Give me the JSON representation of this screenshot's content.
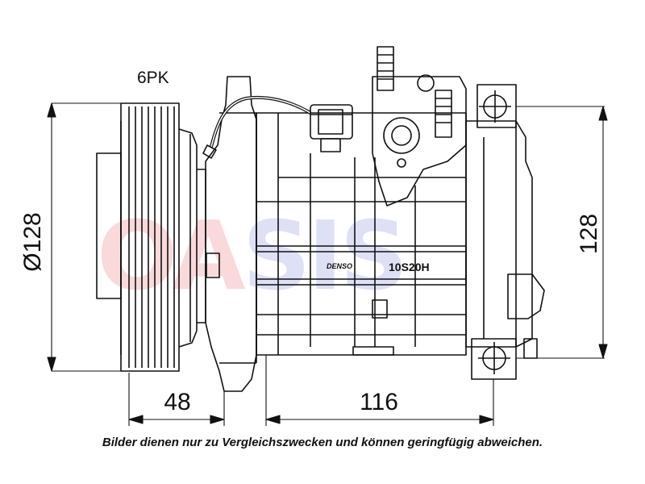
{
  "diagram": {
    "belt_label": "6PK",
    "pulley_diameter_label": "Ø128",
    "height_label": "128",
    "pulley_width_label": "48",
    "body_length_label": "116",
    "brand_label": "DENSO",
    "model_label": "10S20H",
    "watermark": "OASIS",
    "watermark_colors": {
      "red": "#e8565a",
      "blue": "#6f78d8"
    }
  },
  "caption": "Bilder dienen nur zu Vergleichszwecken und können geringfügig abweichen."
}
